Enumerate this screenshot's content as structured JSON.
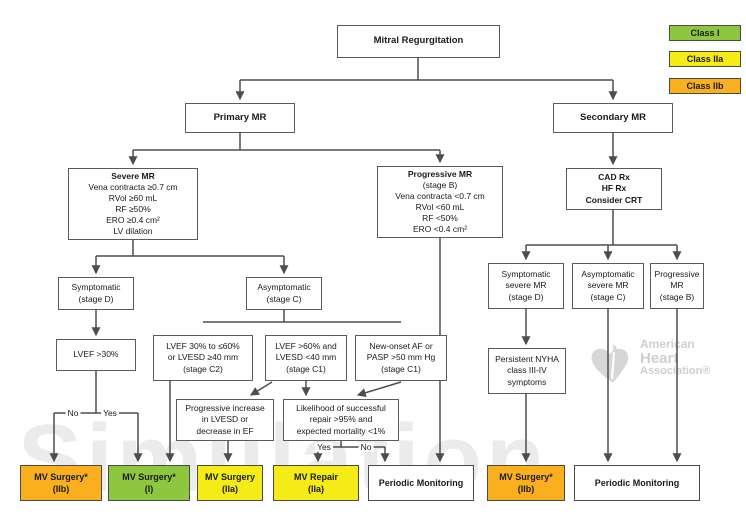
{
  "legend": {
    "class_i": "Class I",
    "class_iia": "Class IIa",
    "class_iib": "Class IIb"
  },
  "colors": {
    "class_i_green": "#8DC63F",
    "class_iia_yellow": "#F5EB16",
    "class_iib_orange": "#FAAF1E",
    "line_gray": "#4d4d4d",
    "watermark_gray": "#ebebeb"
  },
  "nodes": {
    "mitral": {
      "title": "Mitral Regurgitation"
    },
    "primary": {
      "title": "Primary MR"
    },
    "secondary": {
      "title": "Secondary MR"
    },
    "severe": {
      "title": "Severe MR",
      "lines": [
        "Vena contracta ≥0.7 cm",
        "RVol ≥60 mL",
        "RF ≥50%",
        "ERO ≥0.4 cm²",
        "LV dilation"
      ]
    },
    "progressive_primary": {
      "title": "Progressive MR",
      "lines": [
        "(stage B)",
        "Vena contracta <0.7 cm",
        "RVol <60 mL",
        "RF <50%",
        "ERO <0.4 cm²"
      ]
    },
    "cad": {
      "lines": [
        "CAD Rx",
        "HF Rx",
        "Consider CRT"
      ]
    },
    "symptomatic_d": {
      "lines": [
        "Symptomatic",
        "(stage D)"
      ]
    },
    "asymptomatic_c": {
      "lines": [
        "Asymptomatic",
        "(stage C)"
      ]
    },
    "lvef30": {
      "title": "LVEF >30%"
    },
    "c2": {
      "lines": [
        "LVEF 30% to ≤60%",
        "or LVESD ≥40 mm",
        "(stage C2)"
      ]
    },
    "c1": {
      "lines": [
        "LVEF >60% and",
        "LVESD <40 mm",
        "(stage C1)"
      ]
    },
    "af": {
      "lines": [
        "New-onset AF or",
        "PASP >50 mm Hg",
        "(stage C1)"
      ]
    },
    "prog_increase": {
      "lines": [
        "Progressive increase",
        "in LVESD or",
        "decrease in EF"
      ]
    },
    "likelihood": {
      "lines": [
        "Likelihood of successful",
        "repair >95% and",
        "expected mortality <1%"
      ]
    },
    "sym_severe": {
      "lines": [
        "Symptomatic",
        "severe MR",
        "(stage D)"
      ]
    },
    "asym_severe": {
      "lines": [
        "Asymptomatic",
        "severe MR",
        "(stage C)"
      ]
    },
    "progressive_secondary": {
      "lines": [
        "Progressive",
        "MR",
        "(stage B)"
      ]
    },
    "nyha": {
      "lines": [
        "Persistent NYHA",
        "class III-IV",
        "symptoms"
      ]
    },
    "outcomes": {
      "surgery_iib_left": {
        "line1": "MV Surgery*",
        "line2": "(IIb)"
      },
      "surgery_i": {
        "line1": "MV Surgery*",
        "line2": "(I)"
      },
      "surgery_iia": {
        "line1": "MV Surgery",
        "line2": "(IIa)"
      },
      "repair_iia": {
        "line1": "MV Repair",
        "line2": "(IIa)"
      },
      "monitoring_left": {
        "line1": "Periodic Monitoring"
      },
      "surgery_iib_right": {
        "line1": "MV Surgery*",
        "line2": "(IIb)"
      },
      "monitoring_right": {
        "line1": "Periodic Monitoring"
      }
    }
  },
  "branch_labels": {
    "lvef_no": "No",
    "lvef_yes": "Yes",
    "likelihood_yes": "Yes",
    "likelihood_no": "No"
  },
  "watermark": {
    "text": "Simulation",
    "aha_line1": "American",
    "aha_line2": "Heart",
    "aha_line3": "Association®"
  }
}
